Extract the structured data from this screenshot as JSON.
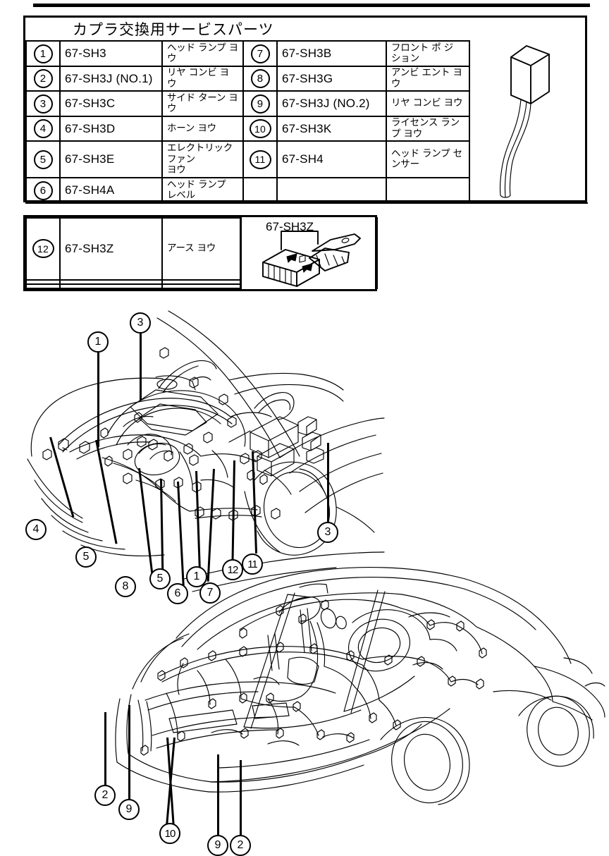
{
  "document": {
    "title": "カプラ交換用サービスパーツ",
    "sheet_label": "67-SH3Z"
  },
  "parts_table": {
    "title": "カプラ交換用サービスパーツ",
    "rows": [
      {
        "num": "1",
        "part": "67-SH3",
        "desc": "ヘッド ランプ  ヨウ",
        "num2": "7",
        "part2": "67-SH3B",
        "desc2": "フロント ポ ジ ション"
      },
      {
        "num": "2",
        "part": "67-SH3J (NO.1)",
        "desc": "リヤ コンビ  ヨウ",
        "num2": "8",
        "part2": "67-SH3G",
        "desc2": "アンビ エント ヨウ"
      },
      {
        "num": "3",
        "part": "67-SH3C",
        "desc": "サイド  ターン ヨウ",
        "num2": "9",
        "part2": "67-SH3J (NO.2)",
        "desc2": "リヤ コンビ ヨウ"
      },
      {
        "num": "4",
        "part": "67-SH3D",
        "desc": "ホーン ヨウ",
        "num2": "10",
        "part2": "67-SH3K",
        "desc2": "ライセンス ランプ ヨウ"
      },
      {
        "num": "5",
        "part": "67-SH3E",
        "desc": "エレクトリック ファン\nヨウ",
        "num2": "11",
        "part2": "67-SH4",
        "desc2": "ヘッド ランプ  センサー"
      },
      {
        "num": "6",
        "part": "67-SH4A",
        "desc": "ヘッド ランプ\nレベル",
        "num2": "",
        "part2": "",
        "desc2": ""
      }
    ]
  },
  "ground_table": {
    "rows": [
      {
        "num": "12",
        "part": "67-SH3Z",
        "desc": "アース ヨウ"
      },
      {
        "num": "",
        "part": "",
        "desc": ""
      },
      {
        "num": "",
        "part": "",
        "desc": ""
      }
    ],
    "illustration_label": "67-SH3Z"
  },
  "engine_diagram": {
    "name": "engine-bay-harness",
    "callouts": [
      "1",
      "3",
      "4",
      "5",
      "8",
      "5",
      "6",
      "1",
      "7",
      "12",
      "11",
      "3"
    ]
  },
  "body_diagram": {
    "name": "body-harness",
    "callouts": [
      "2",
      "9",
      "10",
      "9",
      "2"
    ]
  },
  "colors": {
    "line": "#000000",
    "background": "#ffffff"
  }
}
